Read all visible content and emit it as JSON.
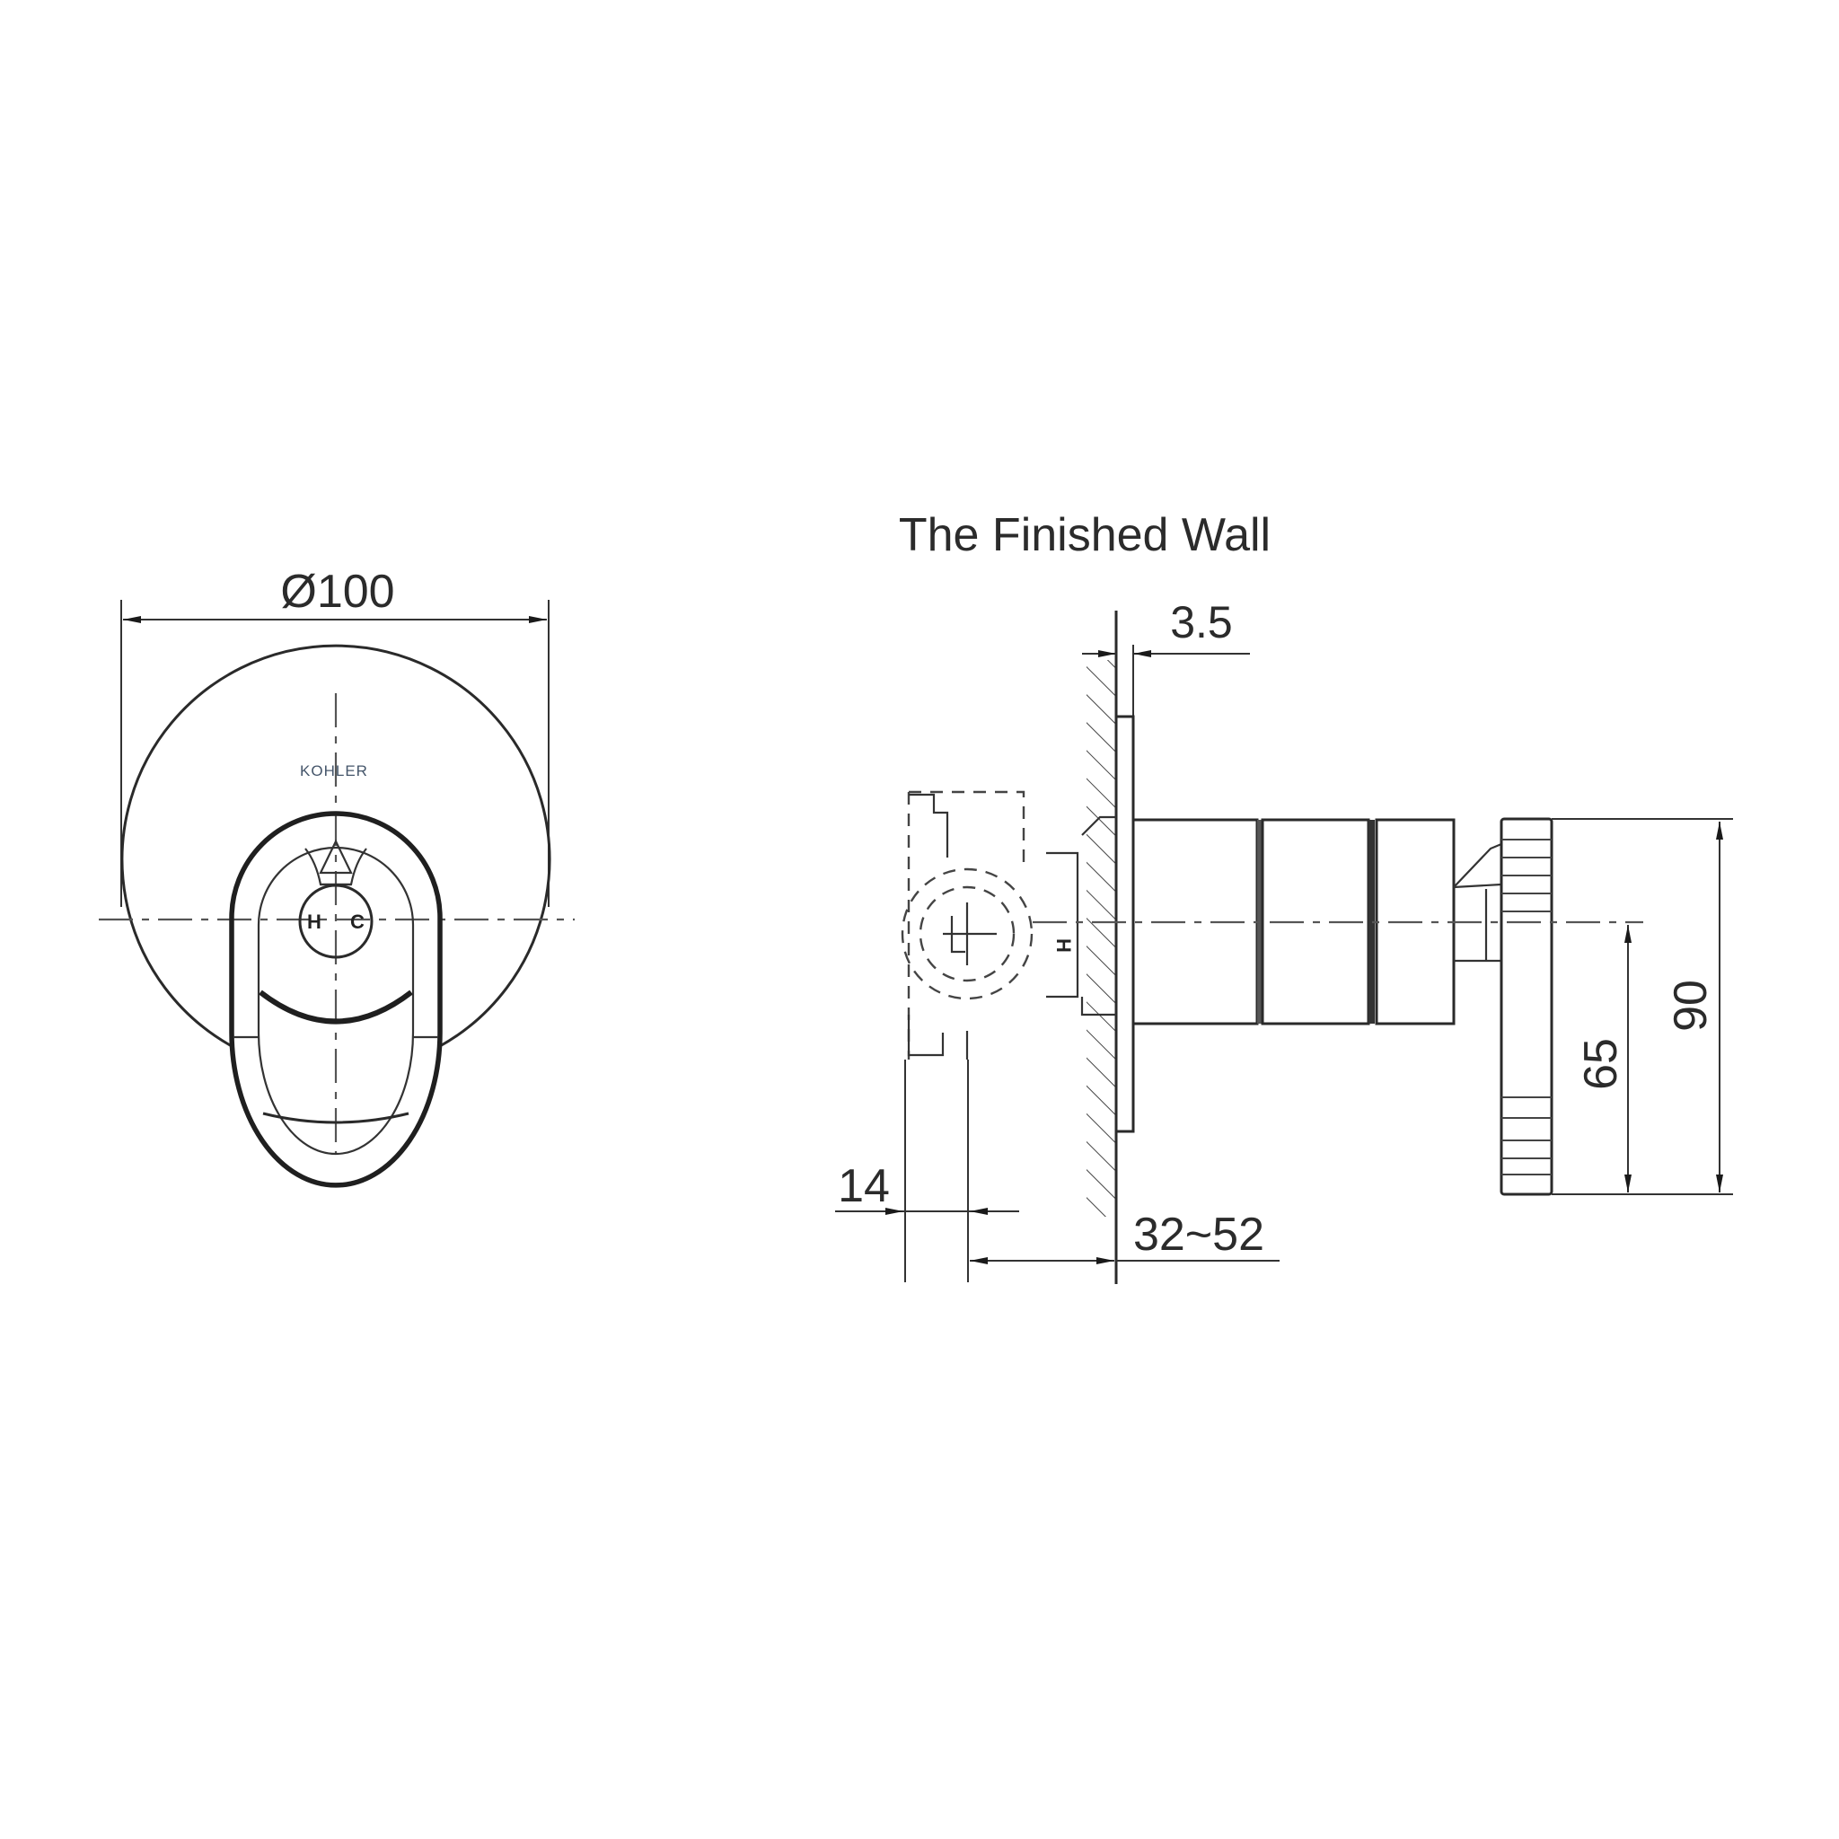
{
  "diagram": {
    "type": "technical-drawing",
    "subject": "concealed shower mixer valve trim",
    "front_view": {
      "brand_mark": "KOHLER",
      "handle_markings": {
        "hot": "H",
        "cold": "C"
      },
      "diameter_label": "Ø100"
    },
    "side_view": {
      "title": "The Finished Wall",
      "valve_marking": "H",
      "dimensions": {
        "plate_thickness": "3.5",
        "valve_offset": "14",
        "wall_depth_range": "32~52",
        "center_to_handle_bottom": "65",
        "handle_height": "90"
      }
    },
    "colors": {
      "line": "#2a2a2a",
      "text": "#2b2b2b",
      "brand": "#44556a",
      "background": "#ffffff"
    }
  }
}
